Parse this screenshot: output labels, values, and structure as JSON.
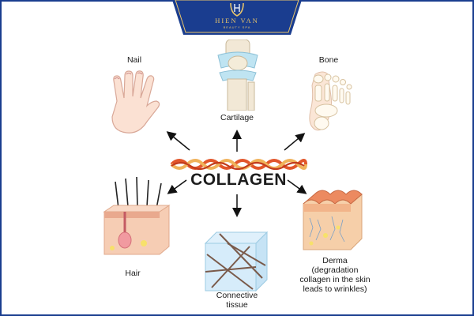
{
  "brand": {
    "logo_text": "HIEN VAN",
    "logo_sub": "BEAUTY SPA",
    "accent_color": "#1a3d8f",
    "gold_color": "#e8c46a"
  },
  "center": {
    "title": "COLLAGEN"
  },
  "items": [
    {
      "id": "nail",
      "label": "Nail",
      "icon": "hand-icon"
    },
    {
      "id": "cartilage",
      "label": "Cartilage",
      "icon": "knee-joint-icon"
    },
    {
      "id": "bone",
      "label": "Bone",
      "icon": "foot-bone-icon"
    },
    {
      "id": "hair",
      "label": "Hair",
      "icon": "hair-follicle-icon"
    },
    {
      "id": "connective",
      "label": "Connective\ntissue",
      "icon": "connective-tissue-icon"
    },
    {
      "id": "derma",
      "label": "Derma\n(degradation\ncollagen in the skin\nleads to wrinkles)",
      "icon": "skin-layer-icon"
    }
  ]
}
